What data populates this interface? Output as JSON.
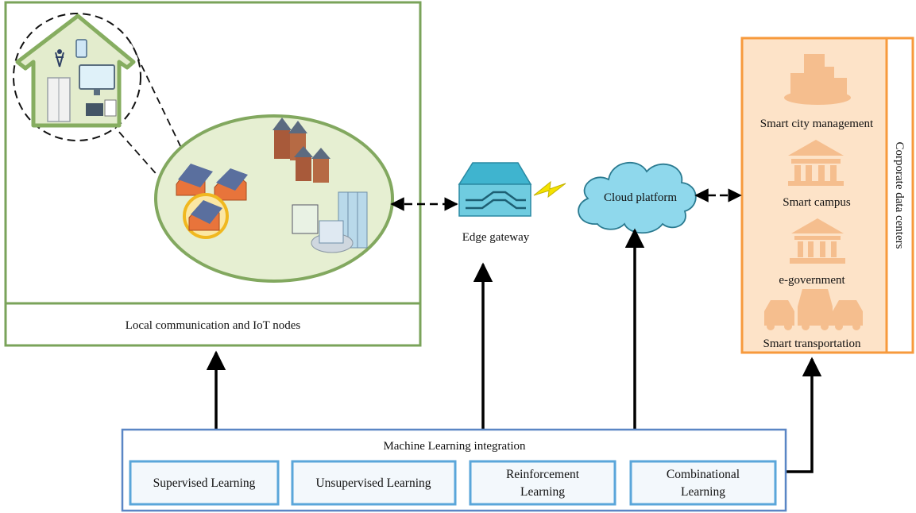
{
  "local_panel": {
    "label": "Local communication and IoT nodes"
  },
  "edge_gateway": {
    "label": "Edge gateway"
  },
  "cloud": {
    "label": "Cloud platform"
  },
  "corporate": {
    "side_label": "Corporate data centers",
    "items": [
      {
        "label": "Smart city management",
        "icon": "city-buildings-icon"
      },
      {
        "label": "Smart campus",
        "icon": "campus-building-icon"
      },
      {
        "label": "e-government",
        "icon": "government-building-icon"
      },
      {
        "label": "Smart transportation",
        "icon": "cars-icon"
      }
    ]
  },
  "ml": {
    "title": "Machine Learning integration",
    "methods": [
      {
        "line1": "Supervised Learning",
        "line2": ""
      },
      {
        "line1": "Unsupervised Learning",
        "line2": ""
      },
      {
        "line1": "Reinforcement",
        "line2": "Learning"
      },
      {
        "line1": "Combinational",
        "line2": "Learning"
      }
    ]
  },
  "colors": {
    "green": "#7aa35a",
    "green_fill": "#e8f0d4",
    "orange": "#f79a3c",
    "orange_fill": "#fde1c6",
    "blue_border": "#5a86c5",
    "method_fill": "#f3f8fc",
    "teal": "#7ccfe0",
    "yellow": "#f4e200"
  }
}
